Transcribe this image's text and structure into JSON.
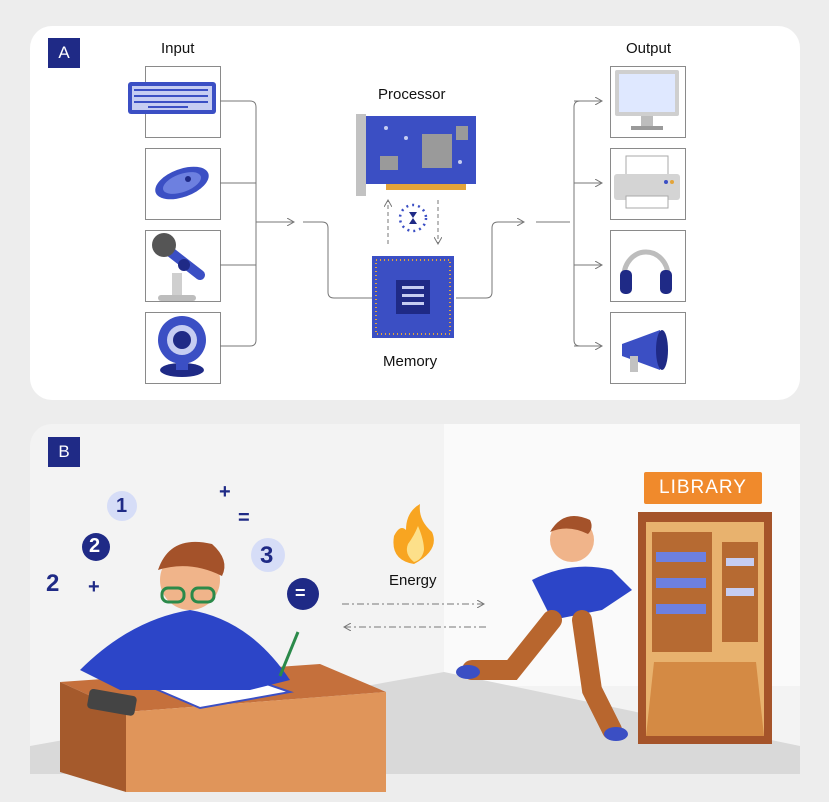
{
  "panel_a": {
    "badge": "A",
    "input_label": "Input",
    "output_label": "Output",
    "processor_label": "Processor",
    "memory_label": "Memory",
    "input_devices": [
      "keyboard-icon",
      "mouse-icon",
      "microphone-icon",
      "webcam-icon"
    ],
    "output_devices": [
      "monitor-icon",
      "printer-icon",
      "headphones-icon",
      "megaphone-icon"
    ]
  },
  "panel_b": {
    "badge": "B",
    "energy_label": "Energy",
    "library_sign": "LIBRARY",
    "floating_symbols": [
      "1",
      "2",
      "3",
      "2",
      "+",
      "+",
      "=",
      "="
    ]
  },
  "colors": {
    "accent": "#1f2a86",
    "device_blue": "#3b4fc4",
    "sign_orange": "#f08a2c",
    "line_gray": "#777777"
  }
}
